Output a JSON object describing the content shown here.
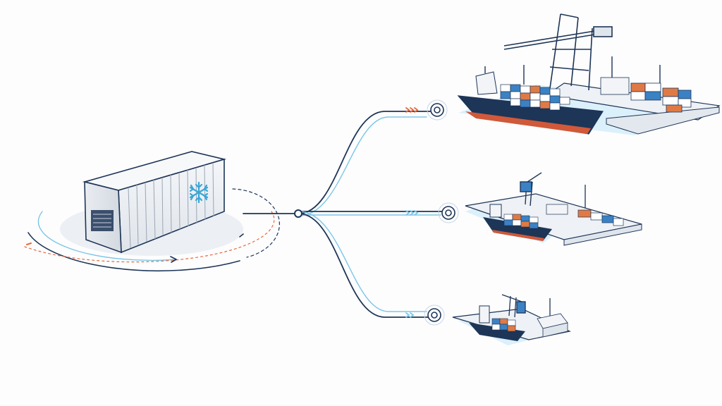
{
  "diagram": {
    "source": {
      "kind": "reefer-container",
      "icon": "snowflake-icon",
      "accent": "#3aa7d8"
    },
    "routes": [
      {
        "id": "large-port",
        "terminal": "large-port-terminal"
      },
      {
        "id": "medium-port",
        "terminal": "medium-port-terminal"
      },
      {
        "id": "small-port",
        "terminal": "small-port-terminal"
      }
    ],
    "colors": {
      "navy": "#1d3557",
      "line_blue": "#7cc6e8",
      "accent_orange": "#e8693a",
      "container_blue": "#3b82c4",
      "container_orange": "#e07a45",
      "water": "#bfe6f5",
      "dock": "#eef1f5"
    }
  }
}
